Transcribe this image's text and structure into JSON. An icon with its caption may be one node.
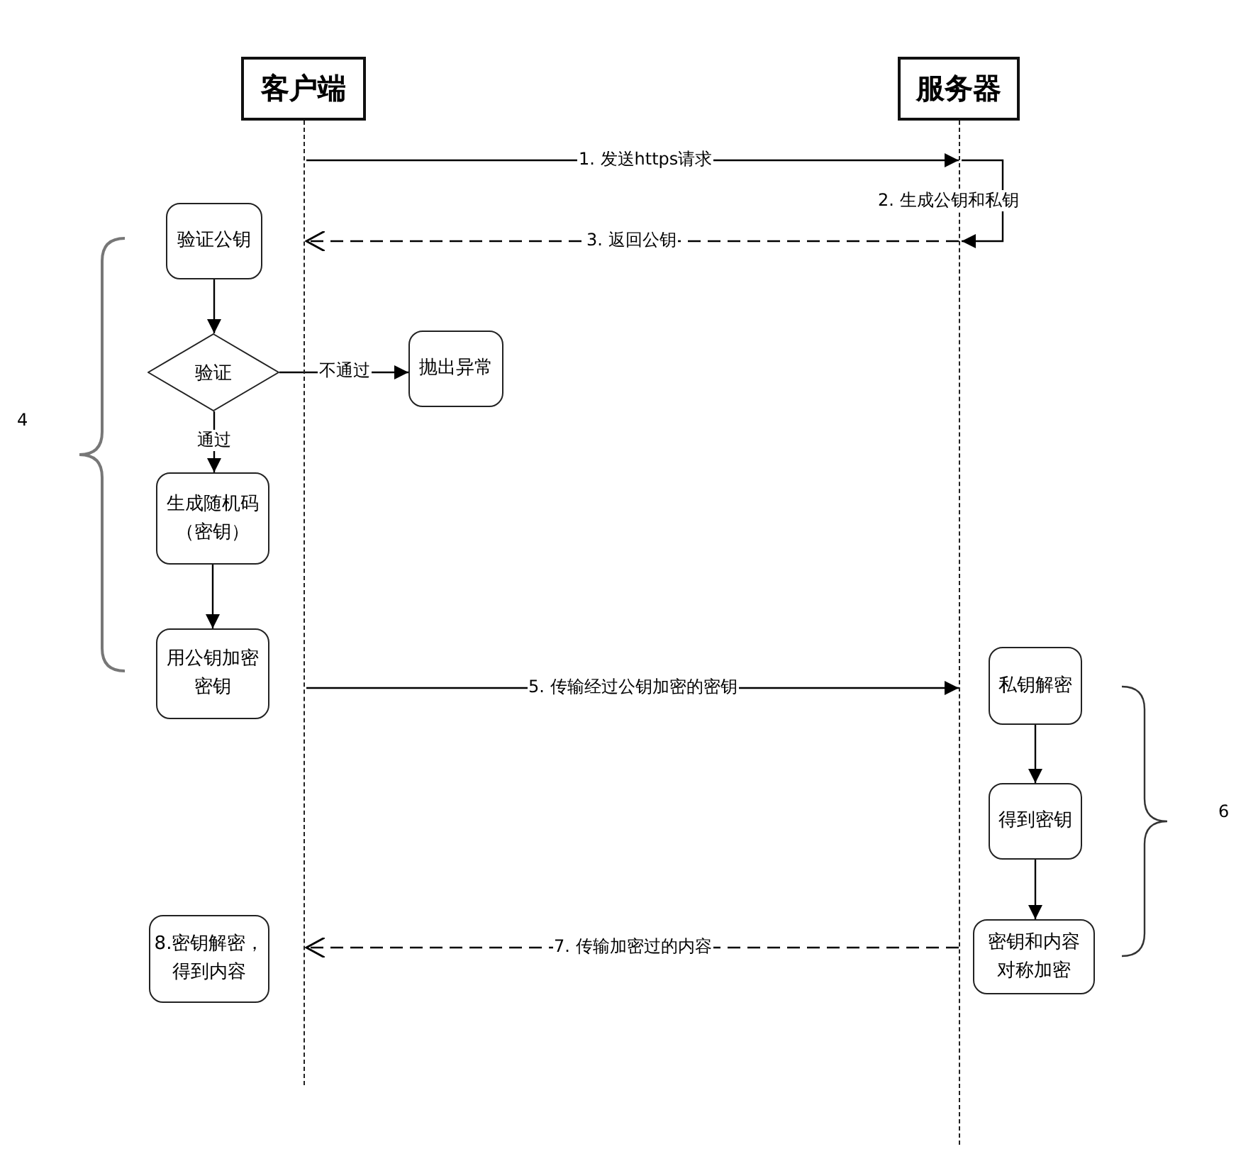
{
  "diagram": {
    "nodes": [
      {
        "text": [
          "客户端"
        ]
      },
      {
        "text": [
          "服务器"
        ]
      },
      {
        "text": [],
        "shape": "bar"
      },
      {
        "text": [],
        "shape": "bar"
      },
      {
        "text": [
          "验证公钥"
        ]
      },
      {
        "text": [
          "验证"
        ]
      },
      {
        "text": [
          "抛出异常"
        ]
      },
      {
        "text": [
          "生成随机码（密钥）"
        ]
      },
      {
        "text": [
          "用公钥加密密钥"
        ]
      },
      {
        "text": [
          "私钥解密"
        ]
      },
      {
        "text": [
          "得到密钥"
        ]
      },
      {
        "text": [
          "密钥和内容对称加密"
        ]
      },
      {
        "text": [
          "8.密钥解密，得到内容"
        ]
      }
    ],
    "edges": [
      {
        "from": 2,
        "to": 3,
        "arrow": "to",
        "label": "1. 发送https请求"
      },
      {
        "from": 3,
        "to": 3,
        "arrow": "to",
        "label": "2. 生成公钥和私钥"
      },
      {
        "from": 3,
        "to": 2,
        "arrow": "to",
        "label": "3. 返回公钥",
        "style": "dashed"
      },
      {
        "from": 4,
        "to": 5,
        "arrow": "to"
      },
      {
        "from": 5,
        "to": 6,
        "arrow": "to",
        "label": "不通过"
      },
      {
        "from": 5,
        "to": 7,
        "arrow": "to",
        "label": "通过"
      },
      {
        "from": 7,
        "to": 8,
        "arrow": "to"
      },
      {
        "from": 2,
        "to": 3,
        "arrow": "to",
        "label": "5. 传输经过公钥加密的密钥"
      },
      {
        "from": 9,
        "to": 10,
        "arrow": "to"
      },
      {
        "from": 10,
        "to": 11,
        "arrow": "to"
      },
      {
        "from": 3,
        "to": 2,
        "arrow": "to",
        "label": "7. 传输加密过的内容",
        "style": "dashed"
      }
    ],
    "labels": [
      "4",
      "6"
    ]
  }
}
